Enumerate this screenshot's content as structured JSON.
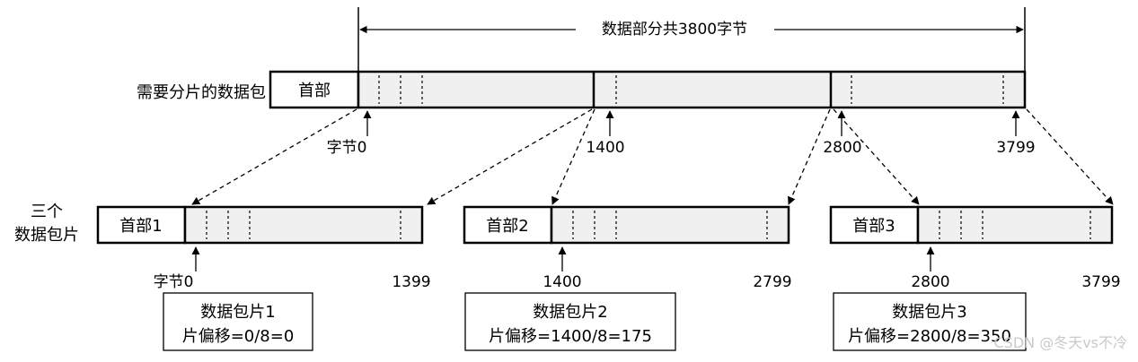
{
  "span_label": "数据部分共3800字节",
  "original_packet": {
    "row_label": "需要分片的数据包",
    "header_label": "首部",
    "markers": {
      "byte0": "字节0",
      "b1400": "1400",
      "b2800": "2800",
      "b3799": "3799"
    }
  },
  "fragments_row_label_line1": "三个",
  "fragments_row_label_line2": "数据包片",
  "fragments": [
    {
      "header_label": "首部1",
      "start_label": "字节0",
      "end_label": "1399",
      "info_title": "数据包片1",
      "info_offset": "片偏移=0/8=0"
    },
    {
      "header_label": "首部2",
      "start_label": "1400",
      "end_label": "2799",
      "info_title": "数据包片2",
      "info_offset": "片偏移=1400/8=175"
    },
    {
      "header_label": "首部3",
      "start_label": "2800",
      "end_label": "3799",
      "info_title": "数据包片3",
      "info_offset": "片偏移=2800/8=350"
    }
  ],
  "watermark": "CSDN @冬天vs不冷",
  "colors": {
    "box_fill": "#f0f0f0",
    "line": "#000000"
  }
}
